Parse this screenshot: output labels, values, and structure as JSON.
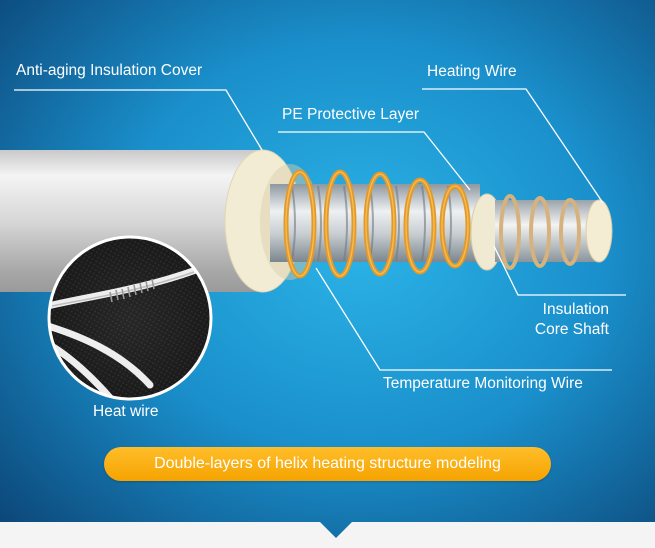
{
  "labels": {
    "insulation_cover": "Anti-aging Insulation Cover",
    "heating_wire": "Heating Wire",
    "pe_layer": "PE Protective Layer",
    "core_shaft_line1": "Insulation",
    "core_shaft_line2": "Core Shaft",
    "temp_wire": "Temperature Monitoring Wire",
    "heat_wire": "Heat wire"
  },
  "banner": "Double-layers of helix heating structure modeling",
  "colors": {
    "background_center": "#1ea3d9",
    "background_edge": "#0b3f6e",
    "banner": "#f8ab0c",
    "outer_helix": "#e29a24",
    "inner_helix": "#d7b98b",
    "cable_jacket": "#dcdcdc",
    "insulation_ring": "#f6efd7"
  }
}
